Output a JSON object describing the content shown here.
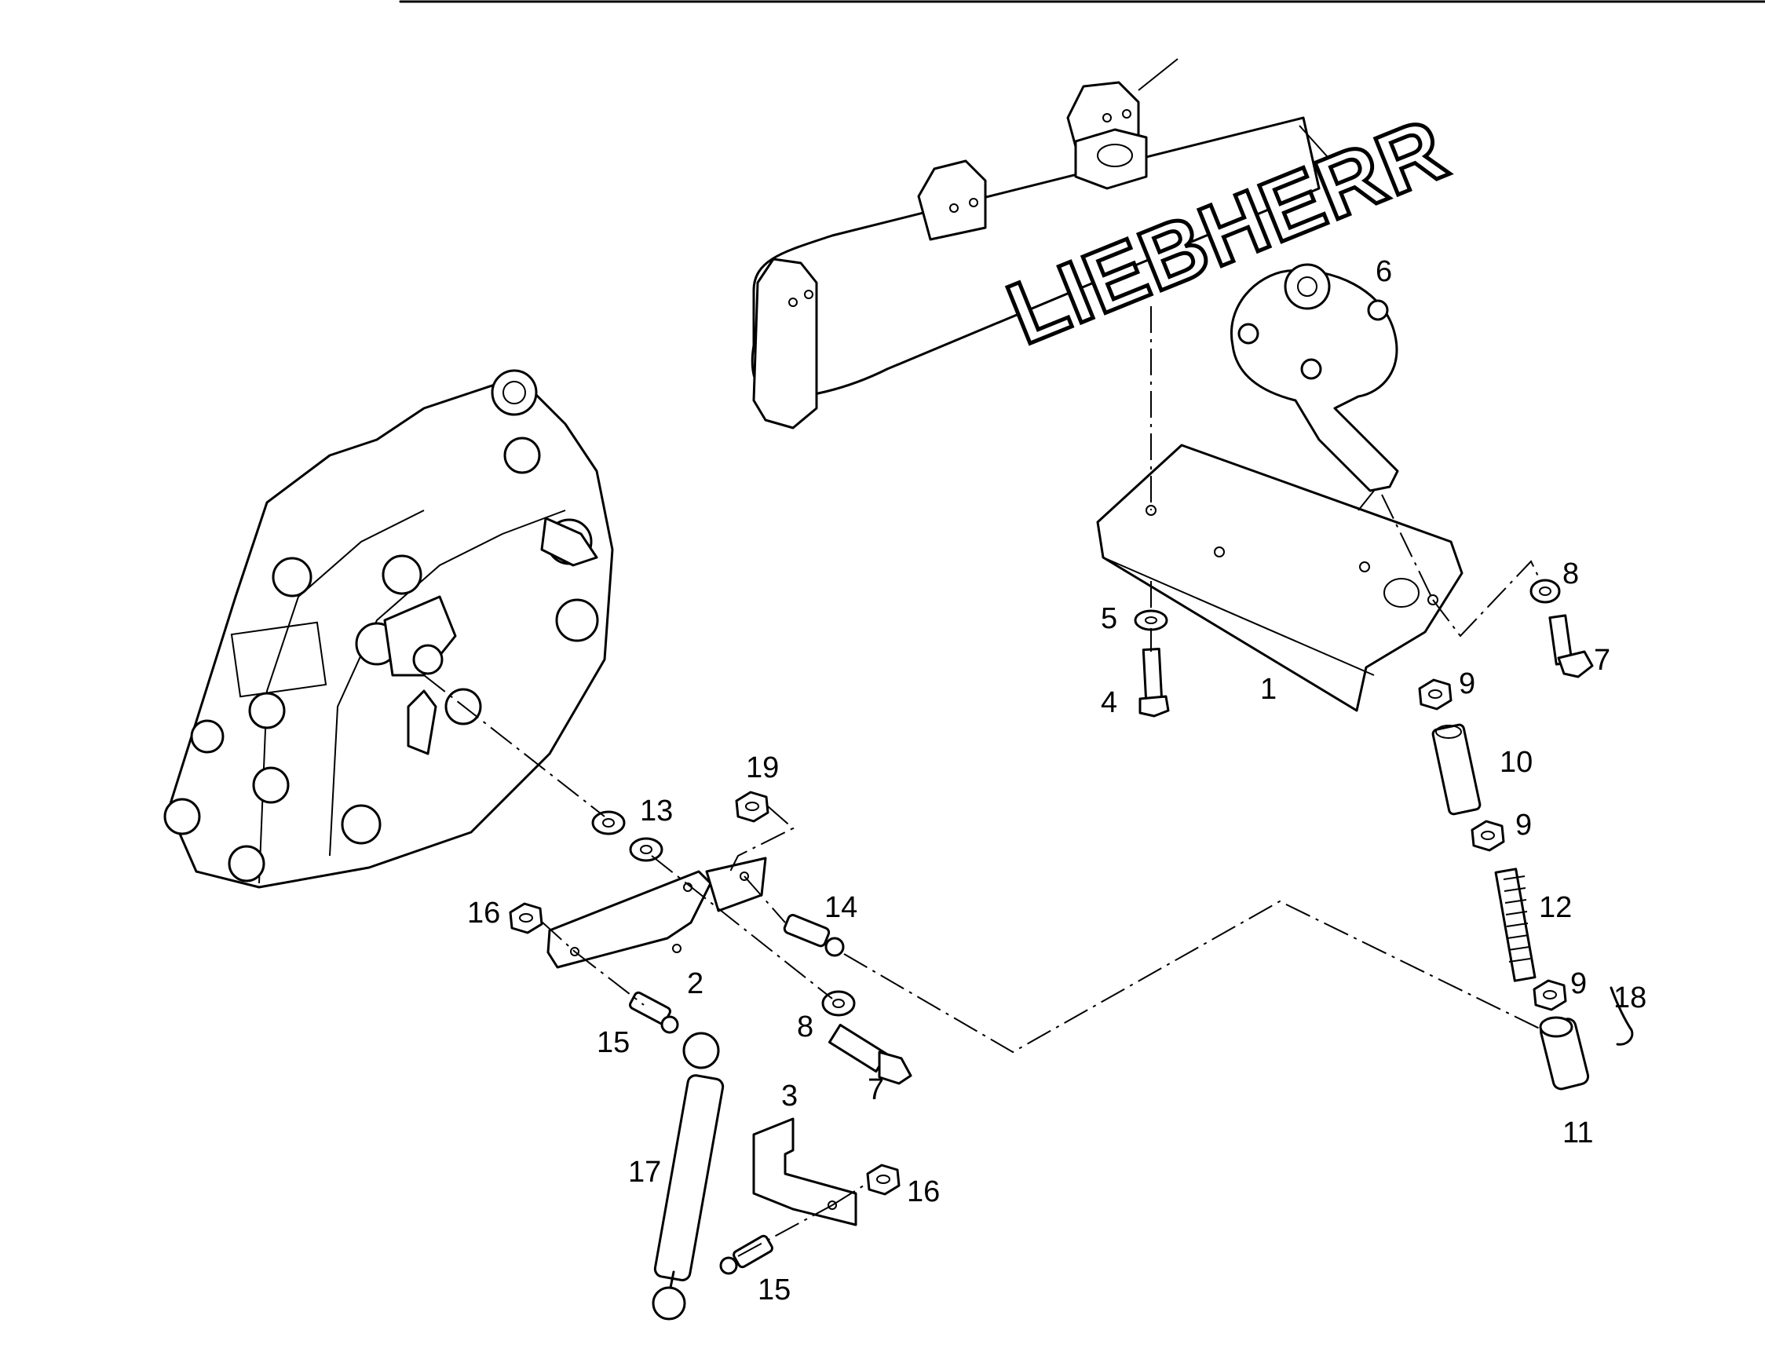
{
  "brand_text": "LIEBHERR",
  "callouts": [
    {
      "id": "c1",
      "text": "1"
    },
    {
      "id": "c2",
      "text": "2"
    },
    {
      "id": "c3",
      "text": "3"
    },
    {
      "id": "c4",
      "text": "4"
    },
    {
      "id": "c5",
      "text": "5"
    },
    {
      "id": "c6",
      "text": "6"
    },
    {
      "id": "c7a",
      "text": "7"
    },
    {
      "id": "c7b",
      "text": "7"
    },
    {
      "id": "c8a",
      "text": "8"
    },
    {
      "id": "c8b",
      "text": "8"
    },
    {
      "id": "c9a",
      "text": "9"
    },
    {
      "id": "c9b",
      "text": "9"
    },
    {
      "id": "c9c",
      "text": "9"
    },
    {
      "id": "c10",
      "text": "10"
    },
    {
      "id": "c11",
      "text": "11"
    },
    {
      "id": "c12",
      "text": "12"
    },
    {
      "id": "c13",
      "text": "13"
    },
    {
      "id": "c14",
      "text": "14"
    },
    {
      "id": "c15a",
      "text": "15"
    },
    {
      "id": "c15b",
      "text": "15"
    },
    {
      "id": "c16a",
      "text": "16"
    },
    {
      "id": "c16b",
      "text": "16"
    },
    {
      "id": "c17",
      "text": "17"
    },
    {
      "id": "c18",
      "text": "18"
    },
    {
      "id": "c19",
      "text": "19"
    }
  ]
}
